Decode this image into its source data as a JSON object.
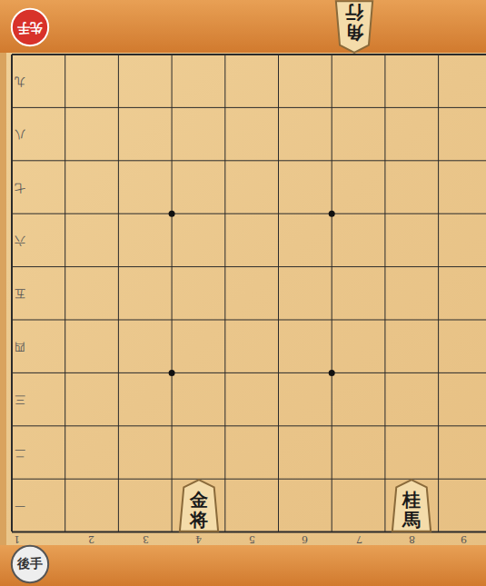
{
  "diagram": {
    "nodes": [
      {
        "text": [
          "先手"
        ]
      },
      {
        "text": [
          "角行"
        ]
      },
      {
        "text": [
          "金将"
        ]
      },
      {
        "text": [
          "桂馬"
        ]
      },
      {
        "text": [
          "後手"
        ]
      }
    ],
    "labels": [
      "九",
      "八",
      "七",
      "六",
      "五",
      "四",
      "三",
      "二",
      "一",
      "1",
      "2",
      "3",
      "4",
      "5",
      "6",
      "7",
      "8",
      "9"
    ]
  }
}
